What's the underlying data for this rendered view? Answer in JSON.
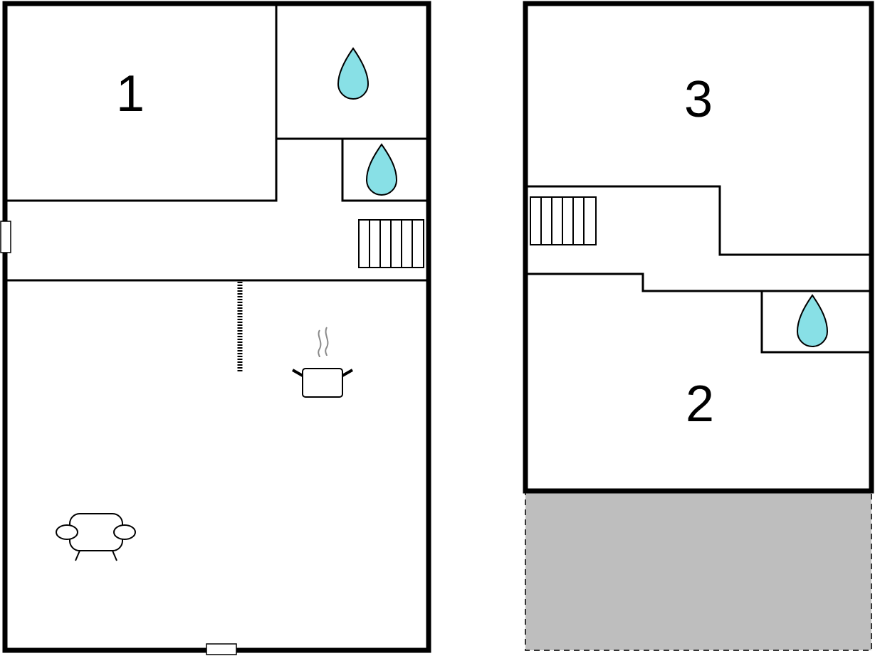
{
  "floor_plan": {
    "colors": {
      "wall": "#000000",
      "background": "#ffffff",
      "water_drop": "#88e0e6",
      "terrace": "#bebebe",
      "steam": "#8a8a8a"
    },
    "ground_floor": {
      "rooms": [
        {
          "label": "1"
        }
      ],
      "icons": [
        "water-drop-icon",
        "water-drop-icon",
        "stairs-icon",
        "cooking-pot-icon",
        "armchair-icon"
      ]
    },
    "upper_floor": {
      "rooms": [
        {
          "label": "3"
        },
        {
          "label": "2"
        }
      ],
      "icons": [
        "stairs-icon",
        "water-drop-icon"
      ],
      "terrace": "terrace-area"
    }
  }
}
